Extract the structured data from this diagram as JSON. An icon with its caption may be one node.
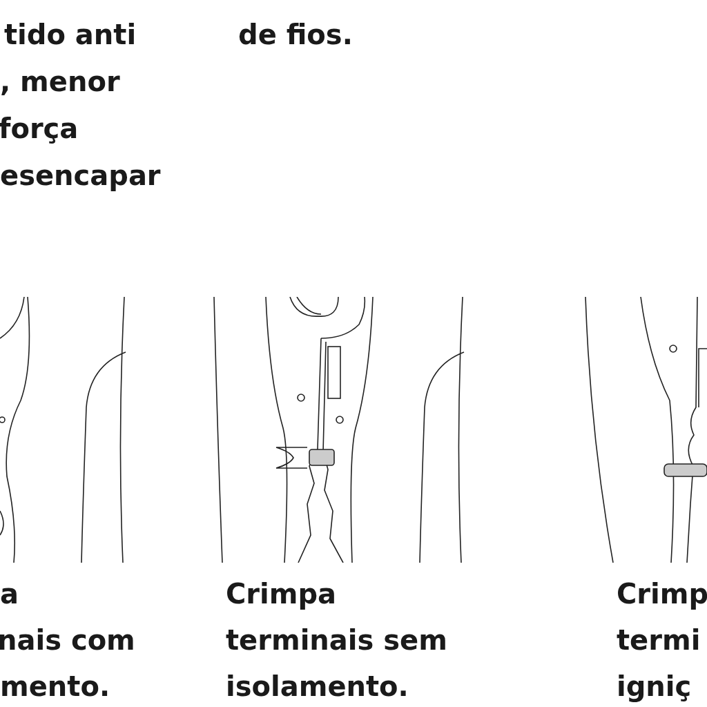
{
  "diagram": {
    "labels": [
      "tido anti",
      ", menor",
      "força",
      "esencapar",
      "de fios.",
      "a",
      "nais com",
      "mento.",
      "Crimpa",
      "terminais sem",
      "isolamento.",
      "Crimp",
      "termi",
      "igniç"
    ]
  }
}
